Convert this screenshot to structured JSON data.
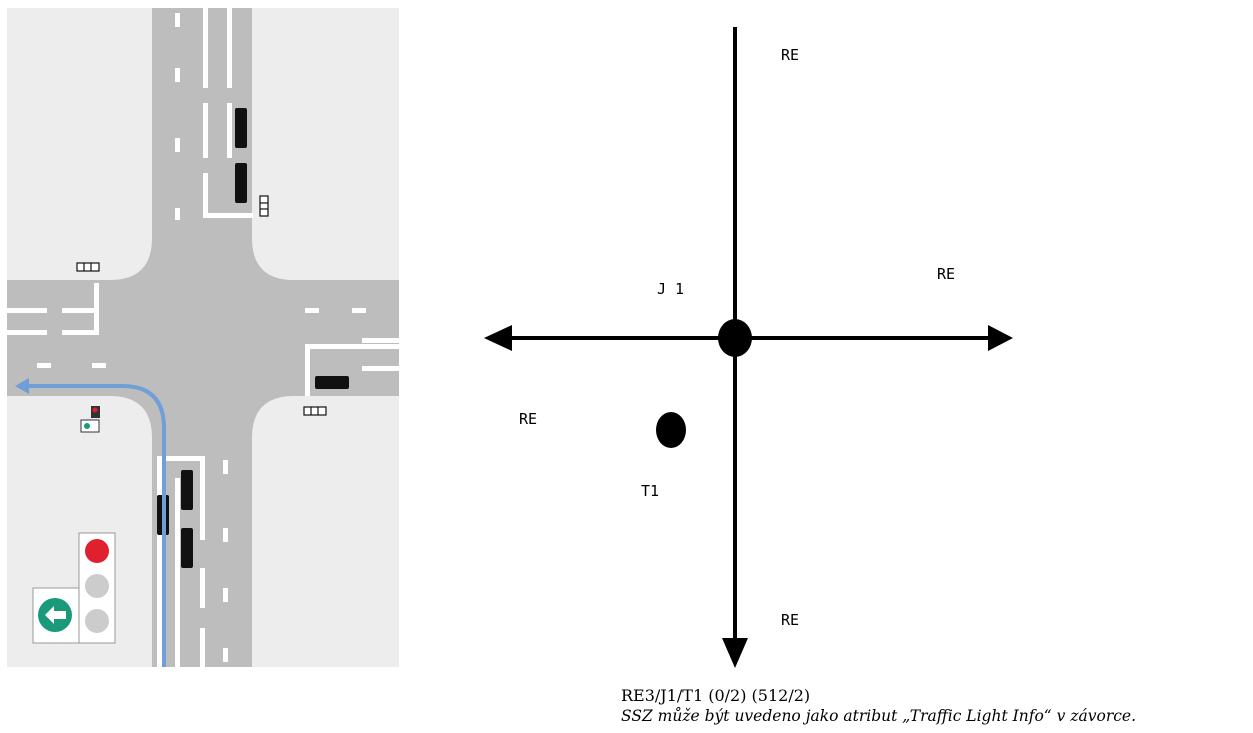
{
  "diagram": {
    "labels": {
      "re_top": "RE",
      "re_right": "RE",
      "re_left": "RE",
      "re_bottom": "RE",
      "junction": "J 1",
      "signal": "T1"
    },
    "caption": {
      "code": "RE3/J1/T1 (0/2) (512/2)",
      "note": "SSZ může být uvedeno jako atribut „Traffic Light Info“ v závorce."
    }
  },
  "colors": {
    "road": "#bdbdbd",
    "ground": "#ededed",
    "marking": "#ffffff",
    "route": "#6f9fd6",
    "signal_red": "#e0202e",
    "arrow_green": "#1a9a7a",
    "diagram": "#000000"
  }
}
